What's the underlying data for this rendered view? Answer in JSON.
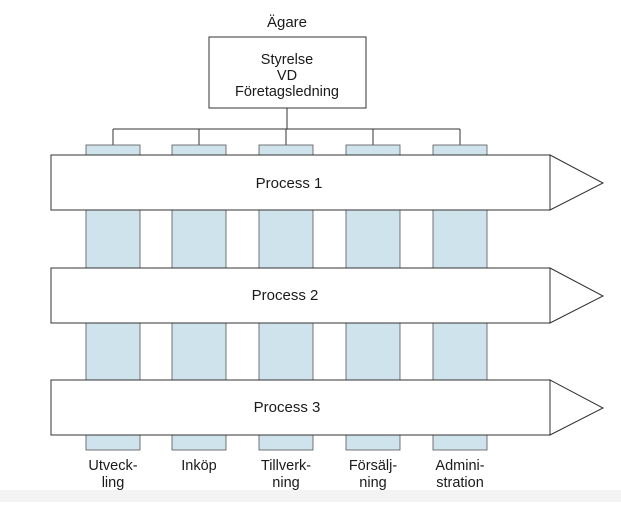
{
  "owner_label": "Ägare",
  "board_box": {
    "lines": [
      "Styrelse",
      "VD",
      "Företagsledning"
    ]
  },
  "processes": [
    {
      "label": "Process 1"
    },
    {
      "label": "Process 2"
    },
    {
      "label": "Process 3"
    }
  ],
  "departments": [
    {
      "lines": [
        "Utveck-",
        "ling"
      ]
    },
    {
      "lines": [
        "Inköp",
        ""
      ]
    },
    {
      "lines": [
        "Tillverk-",
        "ning"
      ]
    },
    {
      "lines": [
        "Försälj-",
        "ning"
      ]
    },
    {
      "lines": [
        "Admini-",
        "stration"
      ]
    }
  ],
  "colors": {
    "column_fill": "#cfe3ec",
    "stroke": "#333333",
    "box_fill": "#ffffff"
  }
}
